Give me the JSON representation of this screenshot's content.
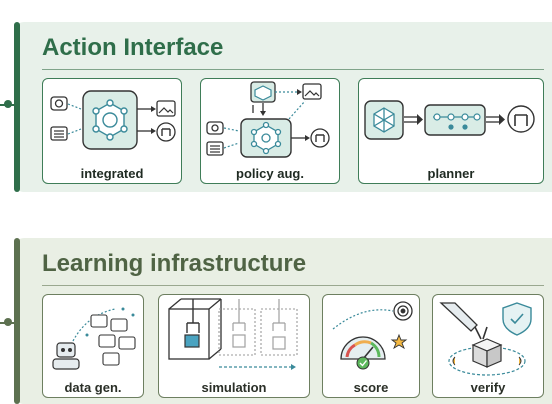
{
  "sections": [
    {
      "title": "Action Interface",
      "cards": [
        {
          "label": "integrated"
        },
        {
          "label": "policy aug."
        },
        {
          "label": "planner"
        }
      ]
    },
    {
      "title": "Learning infrastructure",
      "cards": [
        {
          "label": "data gen."
        },
        {
          "label": "simulation"
        },
        {
          "label": "score"
        },
        {
          "label": "verify"
        }
      ]
    }
  ],
  "colors": {
    "section_a_accent": "#2f6e4a",
    "section_b_accent": "#5d7150",
    "node_fill": "#d9ece6",
    "node_stroke": "#3a8a9a"
  }
}
